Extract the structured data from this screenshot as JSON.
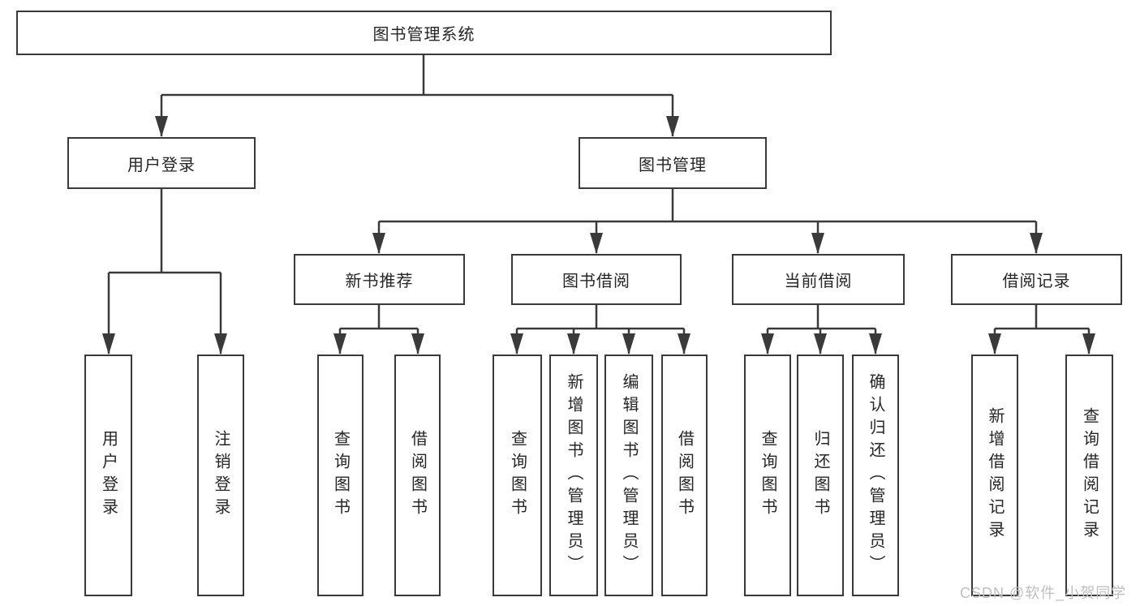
{
  "tree": {
    "label": "图书管理系统",
    "children": [
      {
        "label": "用户登录",
        "children": [
          {
            "label": "用户登录"
          },
          {
            "label": "注销登录"
          }
        ]
      },
      {
        "label": "图书管理",
        "children": [
          {
            "label": "新书推荐",
            "children": [
              {
                "label": "查询图书"
              },
              {
                "label": "借阅图书"
              }
            ]
          },
          {
            "label": "图书借阅",
            "children": [
              {
                "label": "查询图书"
              },
              {
                "label": "新增图书（管理员）"
              },
              {
                "label": "编辑图书（管理员）"
              },
              {
                "label": "借阅图书"
              }
            ]
          },
          {
            "label": "当前借阅",
            "children": [
              {
                "label": "查询图书"
              },
              {
                "label": "归还图书"
              },
              {
                "label": "确认归还（管理员）"
              }
            ]
          },
          {
            "label": "借阅记录",
            "children": [
              {
                "label": "新增借阅记录"
              },
              {
                "label": "查询借阅记录"
              }
            ]
          }
        ]
      }
    ]
  },
  "watermark": "CSDN @软件_小贺同学",
  "colors": {
    "line": "#3a3a3a",
    "text": "#262626",
    "background": "#ffffff",
    "watermark_text": "#bfbfbf"
  }
}
